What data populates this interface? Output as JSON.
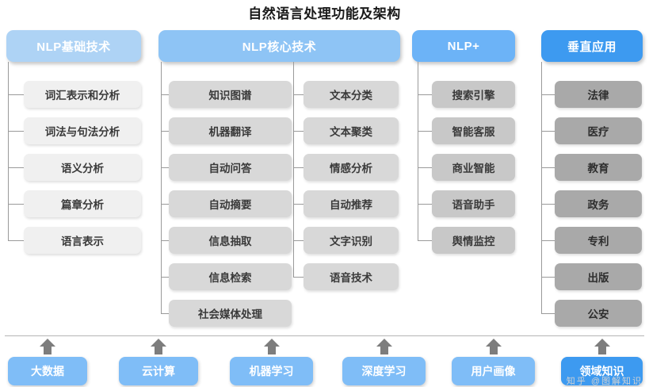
{
  "title": "自然语言处理功能及架构",
  "colors": {
    "header_c1": "#aed3f5",
    "header_c2": "#8ec4f5",
    "header_c4": "#6cb3f7",
    "header_c5": "#3d9af0",
    "leaf_c1": "#f0f0f0",
    "leaf_c2": "#d8d8d8",
    "leaf_c3": "#d8d8d8",
    "leaf_c4": "#c8c8c8",
    "leaf_c5": "#a9a9a9",
    "base_pill": "#7fbdf7",
    "base_pill_last": "#3d9af0",
    "arrow": "#7d7d7d",
    "connector": "#9a9a9a",
    "title_text": "#1a1a1a"
  },
  "headers": [
    {
      "label": "NLP基础技术",
      "color": "#aed3f5"
    },
    {
      "label": "NLP核心技术",
      "color": "#8ec4f5"
    },
    {
      "label": "NLP+",
      "color": "#6cb3f7"
    },
    {
      "label": "垂直应用",
      "color": "#3d9af0"
    }
  ],
  "columns": [
    {
      "name": "nlp-basic",
      "parent": "NLP基础技术",
      "items": [
        "词汇表示和分析",
        "词法与句法分析",
        "语义分析",
        "篇章分析",
        "语言表示"
      ]
    },
    {
      "name": "nlp-core-left",
      "parent": "NLP核心技术",
      "items": [
        "知识图谱",
        "机器翻译",
        "自动问答",
        "自动摘要",
        "信息抽取",
        "信息检索",
        "社会媒体处理"
      ]
    },
    {
      "name": "nlp-core-right",
      "parent": "NLP核心技术",
      "items": [
        "文本分类",
        "文本聚类",
        "情感分析",
        "自动推荐",
        "文字识别",
        "语音技术"
      ]
    },
    {
      "name": "nlp-plus",
      "parent": "NLP+",
      "items": [
        "搜索引擎",
        "智能客服",
        "商业智能",
        "语音助手",
        "舆情监控"
      ]
    },
    {
      "name": "vertical-application",
      "parent": "垂直应用",
      "items": [
        "法律",
        "医疗",
        "教育",
        "政务",
        "专利",
        "出版",
        "公安"
      ]
    }
  ],
  "foundation": {
    "items": [
      "大数据",
      "云计算",
      "机器学习",
      "深度学习",
      "用户画像",
      "领域知识"
    ]
  },
  "watermark": "知乎 @图解知识"
}
